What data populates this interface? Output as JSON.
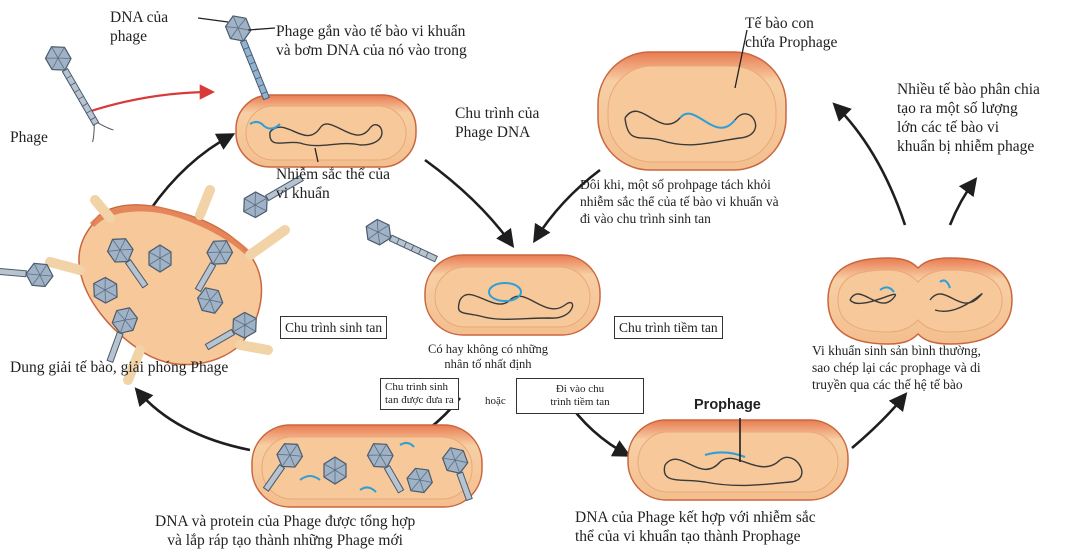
{
  "labels": {
    "dna_cua_phage": [
      "DNA của",
      "phage"
    ],
    "phage": "Phage",
    "phage_gan": [
      "Phage gắn vào tế bào vi khuẩn",
      "và bơm DNA của nó vào trong"
    ],
    "chu_trinh_phage_dna": [
      "Chu trình của",
      "Phage DNA"
    ],
    "nhiem_sac_the": [
      "Nhiễm sắc thể của",
      "vi khuẩn"
    ],
    "te_bao_con": [
      "Tế bào con",
      "chứa Prophage"
    ],
    "nhieu_te_bao": [
      "Nhiều tế bào phân chia",
      "tạo ra một số lượng",
      "lớn các tế bào vi",
      "khuẩn bị nhiễm phage"
    ],
    "doi_khi": [
      "Đôi khi, một số prohpage tách khỏi",
      "nhiễm sắc thể của tế bào vi khuẩn và",
      "đi vào chu trình sinh tan"
    ],
    "chu_trinh_sinh_tan": "Chu trình sinh tan",
    "chu_trinh_tiem_tan": "Chu trình tiềm tan",
    "co_hay_khong": [
      "Có hay không có những",
      "nhân tố nhất định"
    ],
    "dung_giai": "Dung giải tế bào, giải phóng Phage",
    "vi_khuan_sinh_san": [
      "Vi khuẩn sinh sản bình thường,",
      "sao chép lại các prophage và di",
      "truyền qua các thế hệ tế bào"
    ],
    "chu_trinh_sinh_tan_dua_ra": [
      "Chu trình sinh",
      "tan được đưa ra"
    ],
    "hoac": "hoặc",
    "di_vao_chu_trinh": [
      "Đi vào chu",
      "trình tiềm tan"
    ],
    "prophage": "Prophage",
    "dna_protein": [
      "DNA và protein của Phage được tổng hợp",
      "và lắp ráp tạo thành những Phage mới"
    ],
    "dna_ket_hop": [
      "DNA của Phage kết hợp với nhiễm sắc",
      "thể của vi khuẩn tạo thành Prophage"
    ]
  },
  "colors": {
    "cell_fill": "#f6c89a",
    "cell_rim": "#e07a4f",
    "chromosome": "#3a3a3a",
    "phage_dna": "#2f9fd6",
    "phage_head": "#8a9fb5",
    "red_arrow": "#d83a3a",
    "arrow": "#1e1e1e"
  }
}
